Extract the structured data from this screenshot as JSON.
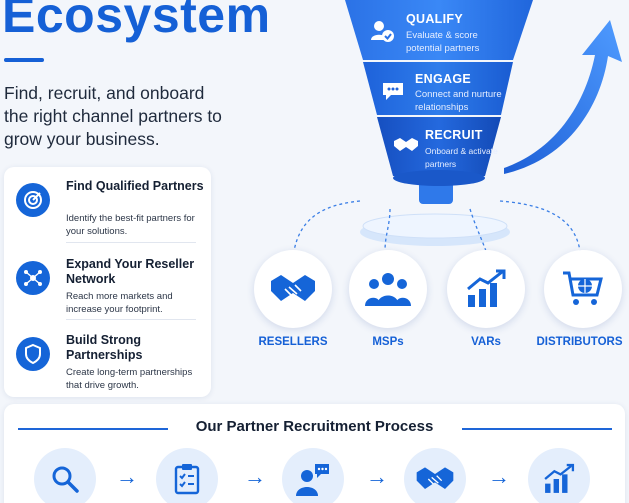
{
  "header": {
    "title": "Ecosystem",
    "tagline": "Find, recruit, and onboard the right channel partners to grow your business."
  },
  "benefits": [
    {
      "title": "Find Qualified Partners",
      "desc": "Identify the best-fit partners for your solutions.",
      "icon": "target-icon"
    },
    {
      "title": "Expand Your Reseller Network",
      "desc": "Reach more markets and increase your footprint.",
      "icon": "network-icon"
    },
    {
      "title": "Build Strong Partnerships",
      "desc": "Create long-term partnerships that drive growth.",
      "icon": "shield-icon"
    }
  ],
  "funnel": {
    "stages": [
      {
        "title": "QUALIFY",
        "desc_line1": "Evaluate & score",
        "desc_line2": "potential partners",
        "icon": "user-check-icon"
      },
      {
        "title": "ENGAGE",
        "desc_line1": "Connect and nurture",
        "desc_line2": "relationships",
        "icon": "chat-icon"
      },
      {
        "title": "RECRUIT",
        "desc_line1": "Onboard & activate",
        "desc_line2": "partners",
        "icon": "handshake-icon"
      }
    ]
  },
  "partners": [
    {
      "label": "RESELLERS",
      "icon": "handshake-icon"
    },
    {
      "label": "MSPs",
      "icon": "team-icon"
    },
    {
      "label": "VARs",
      "icon": "growth-chart-icon"
    },
    {
      "label": "DISTRIBUTORS",
      "icon": "cart-globe-icon"
    }
  ],
  "process": {
    "title": "Our Partner Recruitment Process",
    "steps": [
      "search-icon",
      "checklist-icon",
      "person-chat-icon",
      "handshake-icon",
      "growth-chart-icon"
    ],
    "arrow": "→"
  },
  "colors": {
    "primary": "#1560d6",
    "funnel_top": "#2f7df2",
    "funnel_mid": "#1e66e0",
    "funnel_bottom": "#1556c7",
    "background": "#f3f6fb"
  }
}
